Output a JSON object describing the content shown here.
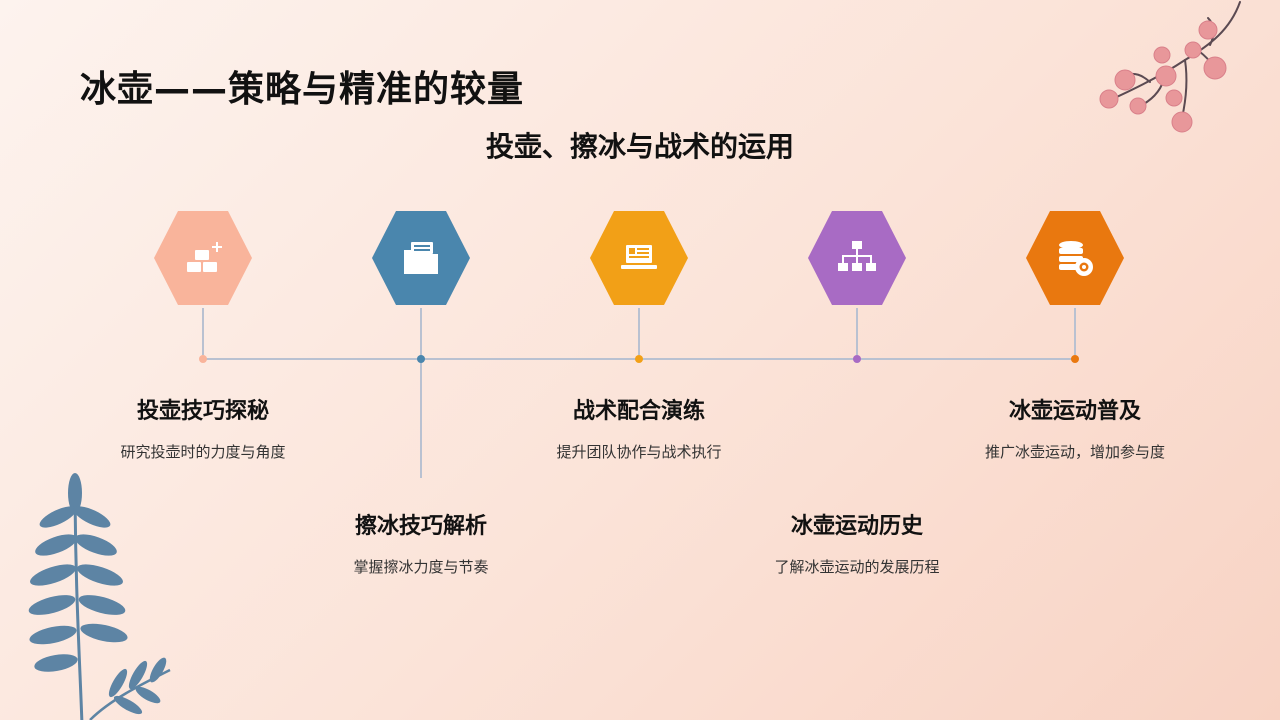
{
  "title": "冰壶——策略与精准的较量",
  "subtitle": "投壶、擦冰与战术的运用",
  "timeline": [
    {
      "title": "投壶技巧探秘",
      "desc": "研究投壶时的力度与角度",
      "color": "#f9b49b",
      "icon": "gold-bars-icon"
    },
    {
      "title": "擦冰技巧解析",
      "desc": "掌握擦冰力度与节奏",
      "color": "#4a86ad",
      "icon": "folder-icon"
    },
    {
      "title": "战术配合演练",
      "desc": "提升团队协作与战术执行",
      "color": "#f2a017",
      "icon": "laptop-icon"
    },
    {
      "title": "冰壶运动历史",
      "desc": "了解冰壶运动的发展历程",
      "color": "#a86bc4",
      "icon": "sitemap-icon"
    },
    {
      "title": "冰壶运动普及",
      "desc": "推广冰壶运动，增加参与度",
      "color": "#e9780f",
      "icon": "database-gear-icon"
    }
  ],
  "decor": {
    "berry_color": "#e8979a",
    "leaf_color": "#5d84a4"
  }
}
